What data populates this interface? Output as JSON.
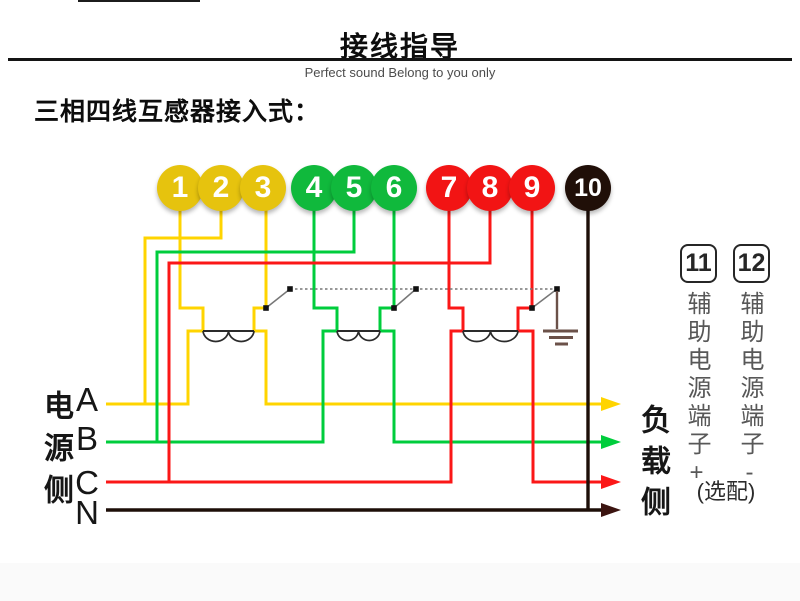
{
  "header": {
    "title": "接线指导",
    "subtitle": "Perfect sound Belong to you only"
  },
  "section": {
    "heading": "三相四线互感器接入式："
  },
  "terminals": [
    {
      "label": "1",
      "color": "#e6c30e"
    },
    {
      "label": "2",
      "color": "#e6c30e"
    },
    {
      "label": "3",
      "color": "#e6c30e"
    },
    {
      "label": "4",
      "color": "#10b93c"
    },
    {
      "label": "5",
      "color": "#10b93c"
    },
    {
      "label": "6",
      "color": "#10b93c"
    },
    {
      "label": "7",
      "color": "#f21414"
    },
    {
      "label": "8",
      "color": "#f21414"
    },
    {
      "label": "9",
      "color": "#f21414"
    },
    {
      "label": "10",
      "color": "#200f08"
    }
  ],
  "source_side": {
    "label": "电源侧",
    "phases": [
      "A",
      "B",
      "C",
      "N"
    ]
  },
  "load_side": {
    "label": "负载侧"
  },
  "aux": {
    "terminal_11": "11",
    "terminal_12": "12",
    "label_11": "辅助电源端子+",
    "label_12": "辅助电源端子-",
    "note": "(选配)"
  },
  "colors": {
    "phase_a_wire": "#ffd400",
    "phase_b_wire": "#00cd3c",
    "phase_c_wire": "#fb1717",
    "neutral_wire": "#1d0e08",
    "neutral_arrow": "#3b1410",
    "ct_symbol": "#2b2b2b",
    "earth_bus": "#777777",
    "ground_symbol": "#6b5149"
  }
}
